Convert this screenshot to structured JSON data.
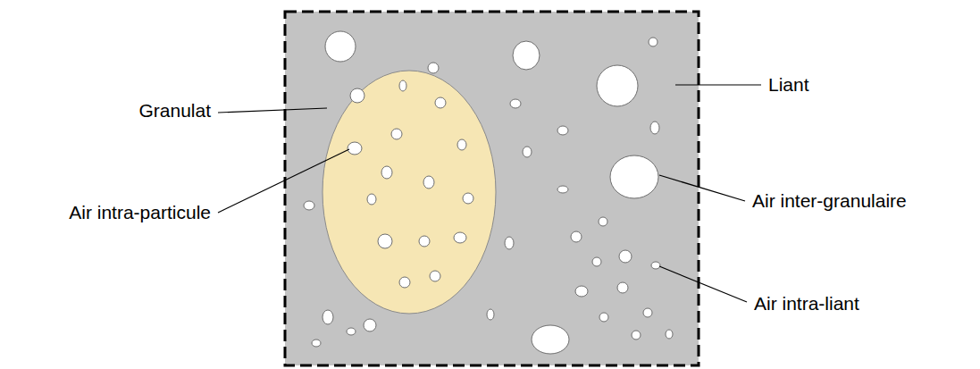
{
  "diagram": {
    "labels": [
      "Granulat",
      "Liant",
      "Air intra-particule",
      "Air inter-granulaire",
      "Air intra-liant"
    ]
  }
}
